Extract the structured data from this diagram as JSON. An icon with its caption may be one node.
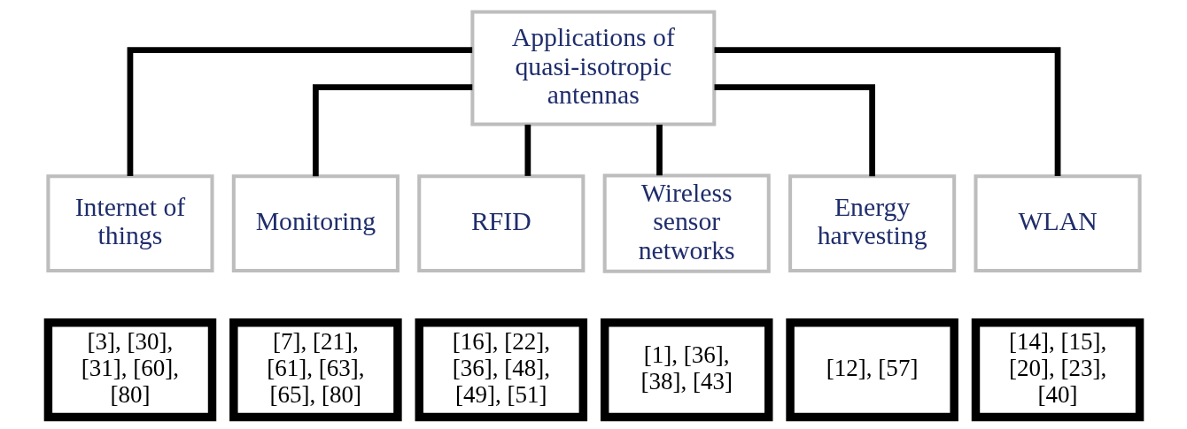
{
  "diagram": {
    "nodes": [
      {
        "text": [
          "Applications of quasi-isotropic antennas"
        ]
      },
      {
        "text": [
          "Internet of things"
        ]
      },
      {
        "text": [
          "Monitoring"
        ]
      },
      {
        "text": [
          "RFID"
        ]
      },
      {
        "text": [
          "Wireless sensor networks"
        ]
      },
      {
        "text": [
          "Energy harvesting"
        ]
      },
      {
        "text": [
          "WLAN"
        ]
      },
      {
        "text": [
          "[3], [30], [31], [60], [80]"
        ]
      },
      {
        "text": [
          "[7], [21], [61], [63], [65], [80]"
        ]
      },
      {
        "text": [
          "[16], [22], [36], [48], [49], [51]"
        ]
      },
      {
        "text": [
          "[1], [36], [38], [43]"
        ]
      },
      {
        "text": [
          "[12], [57]"
        ]
      },
      {
        "text": [
          "[14], [15], [20], [23], [40]"
        ]
      }
    ],
    "edges": [
      {
        "from": 0,
        "to": 1,
        "arrow": "none"
      },
      {
        "from": 0,
        "to": 2,
        "arrow": "none"
      },
      {
        "from": 0,
        "to": 3,
        "arrow": "none"
      },
      {
        "from": 0,
        "to": 4,
        "arrow": "none"
      },
      {
        "from": 0,
        "to": 5,
        "arrow": "none"
      },
      {
        "from": 0,
        "to": 6,
        "arrow": "none"
      }
    ]
  }
}
